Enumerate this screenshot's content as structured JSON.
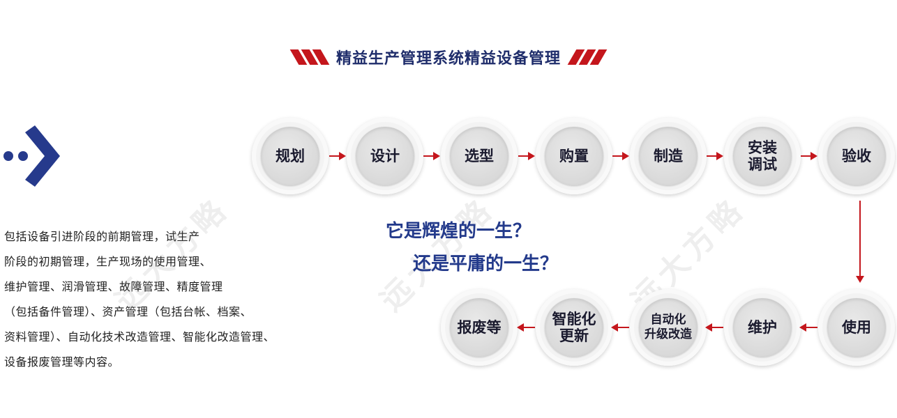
{
  "title": "精益生产管理系统精益设备管理",
  "colors": {
    "accent_red": "#c4161c",
    "navy": "#1f2d6b",
    "question_blue": "#233a8b"
  },
  "icons": {
    "logo": "dots-chevron-icon",
    "title_decoration": "red-slash-stripes"
  },
  "description_lines": [
    "包括设备引进阶段的前期管理，试生产",
    "阶段的初期管理，生产现场的使用管理、",
    "维护管理、润滑管理、故障管理、精度管理",
    "（包括备件管理）、资产管理（包括台帐、档案、",
    "资料管理）、自动化技术改造管理、智能化改造管理、",
    "设备报废管理等内容。"
  ],
  "steps": [
    {
      "label": "规划"
    },
    {
      "label": "设计"
    },
    {
      "label": "选型"
    },
    {
      "label": "购置"
    },
    {
      "label": "制造"
    },
    {
      "label": "安装\n调试"
    },
    {
      "label": "验收"
    },
    {
      "label": "使用"
    },
    {
      "label": "维护"
    },
    {
      "label": "自动化\n升级改造"
    },
    {
      "label": "智能化\n更新"
    },
    {
      "label": "报废等"
    }
  ],
  "questions": [
    "它是辉煌的一生？",
    "还是平庸的一生？"
  ],
  "watermark": "远大方略"
}
